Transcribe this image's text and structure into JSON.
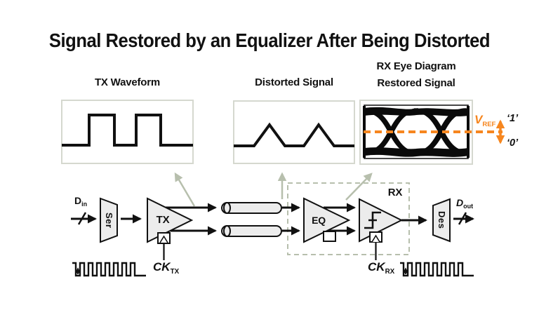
{
  "title": "Signal Restored by an Equalizer After Being Distorted",
  "panels": {
    "tx": {
      "label": "TX Waveform",
      "waveform_type": "square"
    },
    "distorted": {
      "label": "Distorted Signal",
      "waveform_type": "triangular"
    },
    "eye": {
      "label_line1": "RX Eye Diagram",
      "label_line2": "Restored Signal",
      "waveform_type": "eye-diagram"
    }
  },
  "annotations": {
    "vref_main": "V",
    "vref_sub": "REF",
    "level_one": "‘1’",
    "level_zero": "‘0’"
  },
  "blocks": {
    "d_in_main": "D",
    "d_in_sub": "in",
    "ser": "Ser",
    "tx": "TX",
    "eq": "EQ",
    "rx": "RX",
    "des": "Des",
    "d_out_main": "D",
    "d_out_sub": "out",
    "ck_tx_main": "CK",
    "ck_tx_sub": "TX",
    "ck_rx_main": "CK",
    "ck_rx_sub": "RX"
  },
  "colors": {
    "accent_orange": "#f6861f",
    "guide_green": "#b7bfad",
    "panel_border": "#d5d8cf",
    "block_fill": "#ececec",
    "ink": "#111111"
  }
}
